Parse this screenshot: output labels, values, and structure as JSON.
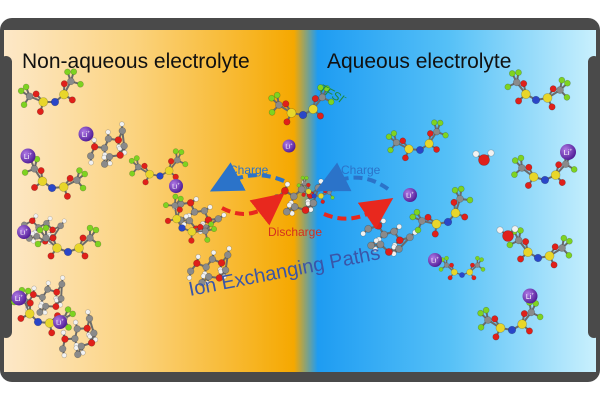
{
  "title_left": "Non-aqueous electrolyte",
  "title_right": "Aqueous electrolyte",
  "anion_label": "TFSI",
  "anion_superscript": "-",
  "charge_label_left": "Charge",
  "charge_label_right": "Charge",
  "discharge_label": "Discharge",
  "paths_label": "Ion Exchanging Paths",
  "li_label": "Li",
  "li_charge": "+",
  "colors": {
    "frame": "#4a4a4a",
    "non_aqueous": "#f5a800",
    "aqueous": "#1a9bf0",
    "charge_arrow": "#2b73c9",
    "discharge_arrow": "#e8281e",
    "title_text": "#111111",
    "paths_text": "#3a55a8",
    "tfsi_text": "#1e8a3a",
    "li_ion": "#6a2db4",
    "sulfur": "#e8d62a",
    "fluorine": "#7ed321",
    "oxygen": "#e0201a",
    "nitrogen": "#2a46c8",
    "carbon": "#8a8a8a",
    "hydrogen": "#f2f2f2"
  }
}
